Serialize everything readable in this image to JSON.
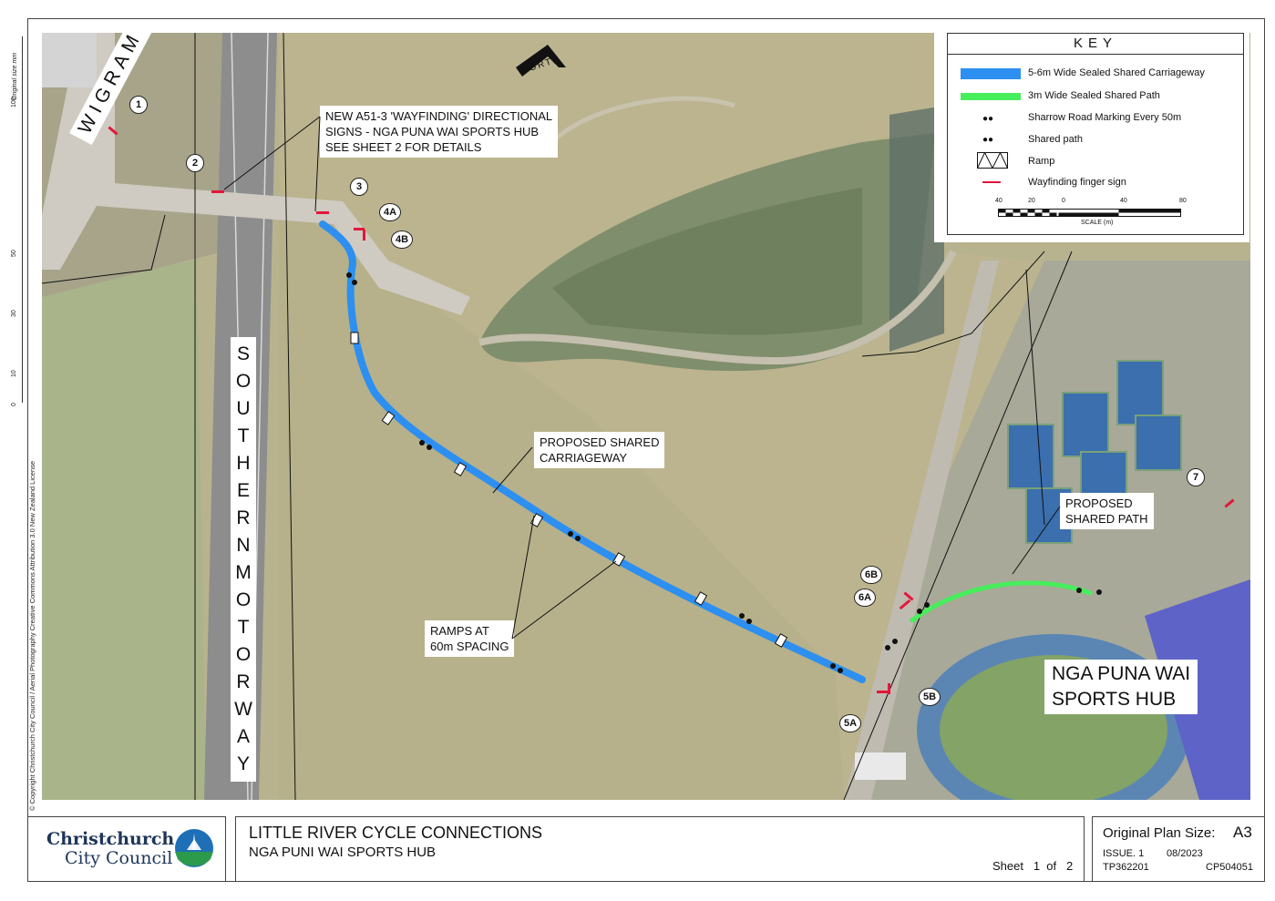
{
  "map": {
    "road_wigram": "WIGRAM RD",
    "road_motorway": "SOUTHERN MOTORWAY",
    "compass": "NORTH",
    "label_signs": "NEW A51-3 'WAYFINDING' DIRECTIONAL\nSIGNS - NGA PUNA WAI SPORTS HUB\nSEE SHEET 2 FOR DETAILS",
    "label_carriageway": "PROPOSED SHARED\nCARRIAGEWAY",
    "label_ramps": "RAMPS AT\n60m SPACING",
    "label_path": "PROPOSED\nSHARED PATH",
    "hub_name": "NGA PUNA WAI\nSPORTS HUB",
    "markers": [
      "1",
      "2",
      "3",
      "4A",
      "4B",
      "5A",
      "5B",
      "6A",
      "6B",
      "7"
    ]
  },
  "key": {
    "title": "KEY",
    "items": [
      "5-6m Wide Sealed Shared Carriageway",
      "3m Wide Sealed Shared Path",
      "Sharrow Road Marking Every 50m",
      "Shared path",
      "Ramp",
      "Wayfinding finger sign"
    ],
    "scale_ticks": [
      "40",
      "20",
      "0",
      "40",
      "80"
    ],
    "scale_label": "SCALE (m)"
  },
  "colors": {
    "carriageway": "#2d8ff0",
    "shared_path": "#47ee5c",
    "sign": "#e5163a",
    "council_navy": "#1d3658"
  },
  "side": {
    "original_size": "Original size mm",
    "ruler_ticks": [
      "100",
      "50",
      "30",
      "10",
      "0"
    ],
    "copyright": "© Copyright Christchurch City Council  / Aerial Photography Creative Commons Attribution 3.0 New Zealand License"
  },
  "title_block": {
    "council_line1": "Christchurch",
    "council_line2": "City Council",
    "project": "LITTLE RIVER CYCLE CONNECTIONS",
    "subtitle": "NGA PUNI WAI SPORTS HUB",
    "sheet_word": "Sheet",
    "sheet_num": "1",
    "sheet_of": "of",
    "sheet_total": "2",
    "plan_size_label": "Original Plan Size:",
    "plan_size": "A3",
    "issue": "ISSUE. 1",
    "date": "08/2023",
    "ref1": "TP362201",
    "ref2": "CP504051"
  }
}
